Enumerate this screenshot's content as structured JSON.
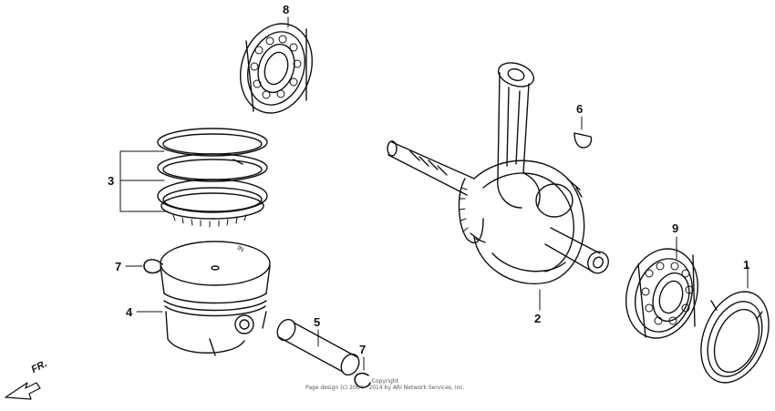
{
  "callouts": {
    "c1": "1",
    "c2": "2",
    "c3": "3",
    "c4": "4",
    "c5": "5",
    "c6": "6",
    "c7a": "7",
    "c7b": "7",
    "c8": "8",
    "c9": "9"
  },
  "direction": {
    "label": "FR."
  },
  "copyright": {
    "line1": "Copyright",
    "line2": "Page design (c) 2004 - 2014 by ARI Network Services, Inc."
  },
  "piston_mark": "IN",
  "colors": {
    "line": "#111111",
    "background": "#ffffff"
  }
}
